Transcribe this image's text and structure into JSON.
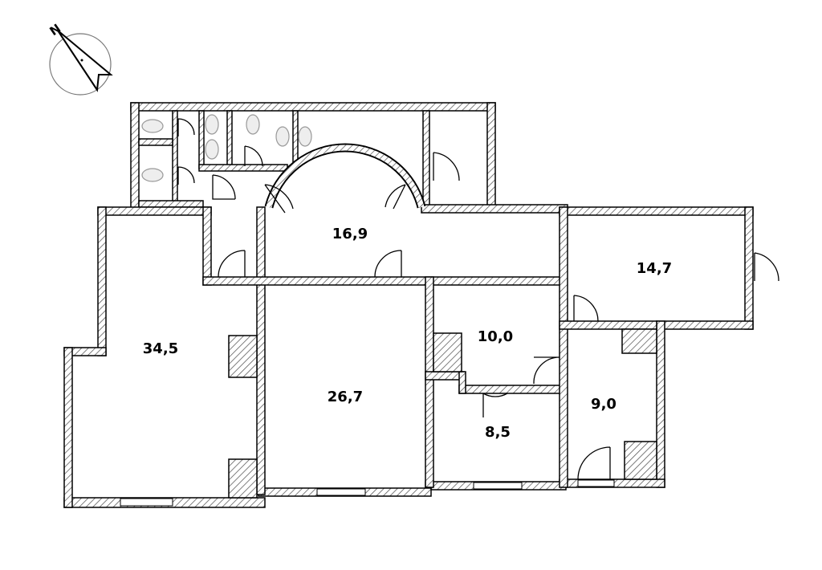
{
  "plan": {
    "compass": {
      "north_label": "N"
    },
    "rooms": [
      {
        "id": "hall",
        "area": "16,9"
      },
      {
        "id": "east-office",
        "area": "14,7"
      },
      {
        "id": "west-hall",
        "area": "34,5"
      },
      {
        "id": "central-room",
        "area": "26,7"
      },
      {
        "id": "office-a",
        "area": "10,0"
      },
      {
        "id": "office-b",
        "area": "8,5"
      },
      {
        "id": "office-c",
        "area": "9,0"
      }
    ]
  }
}
